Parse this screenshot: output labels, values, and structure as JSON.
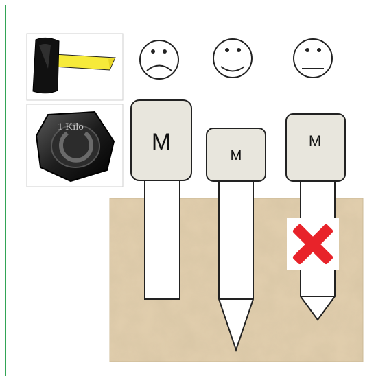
{
  "weight": {
    "label": "1 Kilo"
  },
  "nails": [
    {
      "head_label": "M",
      "tip": "blunt",
      "reaction": "sad"
    },
    {
      "head_label": "M",
      "tip": "sharp",
      "reaction": "happy"
    },
    {
      "head_label": "M",
      "tip": "short-point",
      "reaction": "neutral",
      "marked_wrong": true
    }
  ],
  "colors": {
    "soil": "#e2cfae",
    "nail_head": "#e8e6dd",
    "hammer_handle": "#f6ea3a",
    "cross": "#e8232a",
    "frame": "#33a456"
  },
  "icons": [
    "hammer-icon",
    "weight-icon",
    "sad-face-icon",
    "happy-face-icon",
    "neutral-face-icon",
    "cross-icon"
  ]
}
